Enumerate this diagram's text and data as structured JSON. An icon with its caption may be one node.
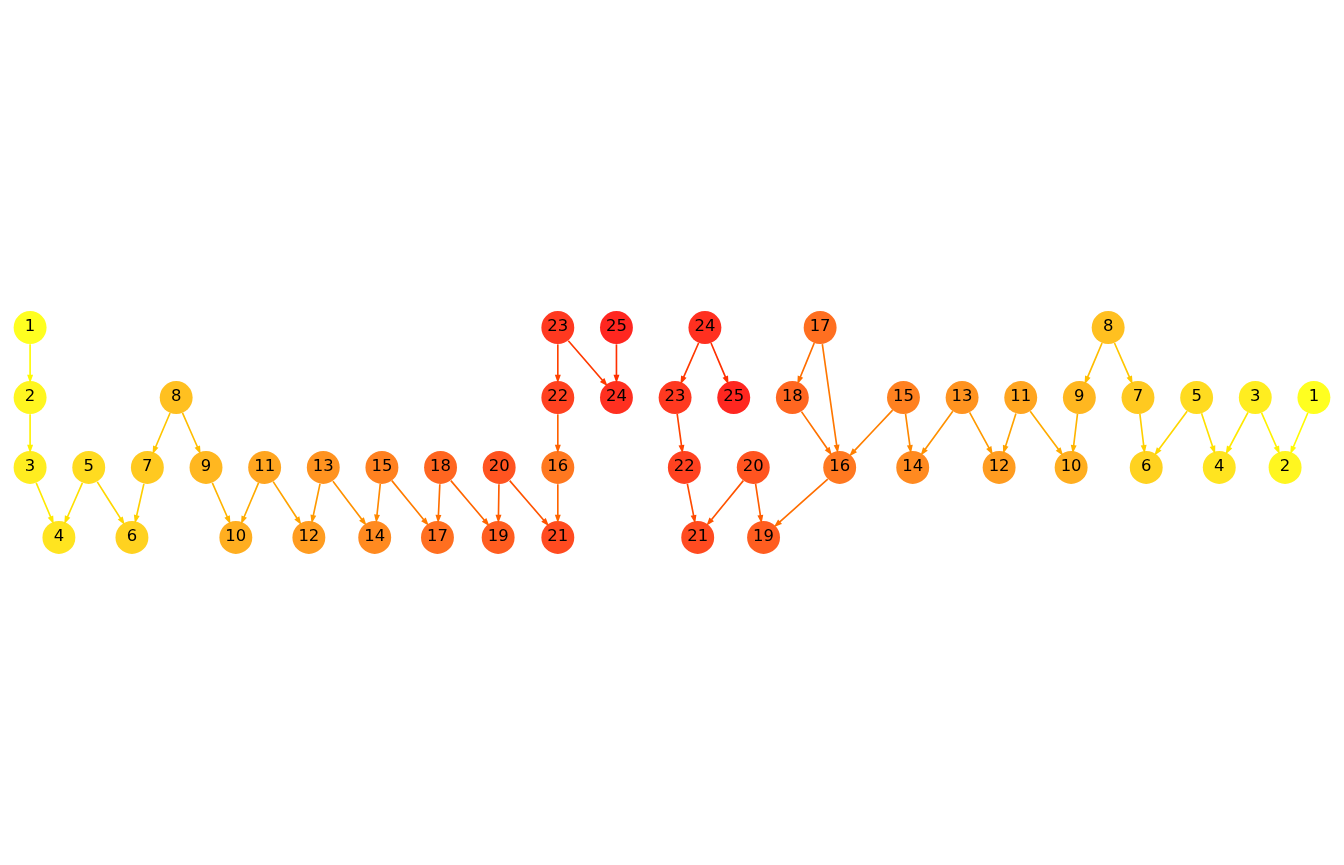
{
  "diagram": {
    "nodes": [
      {
        "text": [
          "1"
        ]
      },
      {
        "text": [
          "2"
        ]
      },
      {
        "text": [
          "3"
        ]
      },
      {
        "text": [
          "4"
        ]
      },
      {
        "text": [
          "5"
        ]
      },
      {
        "text": [
          "6"
        ]
      },
      {
        "text": [
          "7"
        ]
      },
      {
        "text": [
          "8"
        ]
      },
      {
        "text": [
          "9"
        ]
      },
      {
        "text": [
          "10"
        ]
      },
      {
        "text": [
          "11"
        ]
      },
      {
        "text": [
          "12"
        ]
      },
      {
        "text": [
          "13"
        ]
      },
      {
        "text": [
          "14"
        ]
      },
      {
        "text": [
          "15"
        ]
      },
      {
        "text": [
          "16"
        ]
      },
      {
        "text": [
          "17"
        ]
      },
      {
        "text": [
          "18"
        ]
      },
      {
        "text": [
          "19"
        ]
      },
      {
        "text": [
          "20"
        ]
      },
      {
        "text": [
          "21"
        ]
      },
      {
        "text": [
          "22"
        ]
      },
      {
        "text": [
          "23"
        ]
      },
      {
        "text": [
          "24"
        ]
      },
      {
        "text": [
          "25"
        ]
      },
      {
        "text": [
          "20"
        ]
      },
      {
        "text": [
          "24"
        ]
      },
      {
        "text": [
          "23"
        ]
      },
      {
        "text": [
          "8"
        ]
      },
      {
        "text": [
          "25"
        ]
      },
      {
        "text": [
          "13"
        ]
      },
      {
        "text": [
          "12"
        ]
      },
      {
        "text": [
          "7"
        ]
      },
      {
        "text": [
          "22"
        ]
      },
      {
        "text": [
          "18"
        ]
      },
      {
        "text": [
          "11"
        ]
      },
      {
        "text": [
          "10"
        ]
      },
      {
        "text": [
          "9"
        ]
      },
      {
        "text": [
          "3"
        ]
      },
      {
        "text": [
          "17"
        ]
      },
      {
        "text": [
          "5"
        ]
      },
      {
        "text": [
          "15"
        ]
      },
      {
        "text": [
          "2"
        ]
      },
      {
        "text": [
          "1"
        ]
      },
      {
        "text": [
          "21"
        ]
      },
      {
        "text": [
          "6"
        ]
      },
      {
        "text": [
          "4"
        ]
      },
      {
        "text": [
          "16"
        ]
      },
      {
        "text": [
          "14"
        ]
      },
      {
        "text": [
          "19"
        ]
      }
    ],
    "edges": [
      {
        "from": 7,
        "to": 6,
        "arrow": "to",
        "color": "#ffc600"
      },
      {
        "from": 7,
        "to": 8,
        "arrow": "to",
        "color": "#ffbd00"
      },
      {
        "from": 8,
        "to": 9,
        "arrow": "to",
        "color": "#ffb400"
      },
      {
        "from": 10,
        "to": 9,
        "arrow": "to",
        "color": "#ffab00"
      },
      {
        "from": 0,
        "to": 1,
        "arrow": "to",
        "color": "#fffb00"
      },
      {
        "from": 1,
        "to": 2,
        "arrow": "to",
        "color": "#fff200"
      },
      {
        "from": 2,
        "to": 3,
        "arrow": "to",
        "color": "#ffe900"
      },
      {
        "from": 4,
        "to": 3,
        "arrow": "to",
        "color": "#ffe000"
      },
      {
        "from": 4,
        "to": 5,
        "arrow": "to",
        "color": "#ffd700"
      },
      {
        "from": 6,
        "to": 5,
        "arrow": "to",
        "color": "#ffcf00"
      },
      {
        "from": 12,
        "to": 11,
        "arrow": "to",
        "color": "#ff9a00"
      },
      {
        "from": 10,
        "to": 11,
        "arrow": "to",
        "color": "#ffa300"
      },
      {
        "from": 12,
        "to": 13,
        "arrow": "to",
        "color": "#ff9100"
      },
      {
        "from": 14,
        "to": 13,
        "arrow": "to",
        "color": "#ff8800"
      },
      {
        "from": 14,
        "to": 16,
        "arrow": "to",
        "color": "#ff7b00"
      },
      {
        "from": 17,
        "to": 16,
        "arrow": "to",
        "color": "#ff6e00"
      },
      {
        "from": 15,
        "to": 20,
        "arrow": "to",
        "color": "#ff6500"
      },
      {
        "from": 21,
        "to": 15,
        "arrow": "to",
        "color": "#ff6100"
      },
      {
        "from": 19,
        "to": 20,
        "arrow": "to",
        "color": "#ff5300"
      },
      {
        "from": 22,
        "to": 21,
        "arrow": "to",
        "color": "#ff4200"
      },
      {
        "from": 22,
        "to": 23,
        "arrow": "to",
        "color": "#ff3900"
      },
      {
        "from": 24,
        "to": 23,
        "arrow": "to",
        "color": "#ff3000"
      },
      {
        "from": 19,
        "to": 18,
        "arrow": "to",
        "color": "#ff5c00"
      },
      {
        "from": 17,
        "to": 18,
        "arrow": "to",
        "color": "#ff6500"
      },
      {
        "from": 26,
        "to": 29,
        "arrow": "to",
        "color": "#ff3000"
      },
      {
        "from": 26,
        "to": 27,
        "arrow": "to",
        "color": "#ff3900"
      },
      {
        "from": 27,
        "to": 33,
        "arrow": "to",
        "color": "#ff4200"
      },
      {
        "from": 33,
        "to": 44,
        "arrow": "to",
        "color": "#ff4b00"
      },
      {
        "from": 25,
        "to": 44,
        "arrow": "to",
        "color": "#ff5300"
      },
      {
        "from": 25,
        "to": 49,
        "arrow": "to",
        "color": "#ff5c00"
      },
      {
        "from": 28,
        "to": 32,
        "arrow": "to",
        "color": "#ffc600"
      },
      {
        "from": 28,
        "to": 37,
        "arrow": "to",
        "color": "#ffbd00"
      },
      {
        "from": 30,
        "to": 31,
        "arrow": "to",
        "color": "#ff9a00"
      },
      {
        "from": 30,
        "to": 48,
        "arrow": "to",
        "color": "#ff9100"
      },
      {
        "from": 35,
        "to": 31,
        "arrow": "to",
        "color": "#ffa300"
      },
      {
        "from": 35,
        "to": 36,
        "arrow": "to",
        "color": "#ffab00"
      },
      {
        "from": 37,
        "to": 36,
        "arrow": "to",
        "color": "#ffb400"
      },
      {
        "from": 32,
        "to": 45,
        "arrow": "to",
        "color": "#ffcf00"
      },
      {
        "from": 40,
        "to": 46,
        "arrow": "to",
        "color": "#ffe000"
      },
      {
        "from": 40,
        "to": 45,
        "arrow": "to",
        "color": "#ffd700"
      },
      {
        "from": 38,
        "to": 42,
        "arrow": "to",
        "color": "#fff200"
      },
      {
        "from": 38,
        "to": 46,
        "arrow": "to",
        "color": "#ffe900"
      },
      {
        "from": 43,
        "to": 42,
        "arrow": "to",
        "color": "#fffb00"
      },
      {
        "from": 41,
        "to": 48,
        "arrow": "to",
        "color": "#ff8800"
      },
      {
        "from": 41,
        "to": 47,
        "arrow": "to",
        "color": "#ff7f00"
      },
      {
        "from": 39,
        "to": 34,
        "arrow": "to",
        "color": "#ff6e00"
      },
      {
        "from": 39,
        "to": 47,
        "arrow": "to",
        "color": "#ff7700"
      },
      {
        "from": 34,
        "to": 47,
        "arrow": "to",
        "color": "#ff7200"
      },
      {
        "from": 47,
        "to": 49,
        "arrow": "to",
        "color": "#ff6e00"
      }
    ]
  }
}
